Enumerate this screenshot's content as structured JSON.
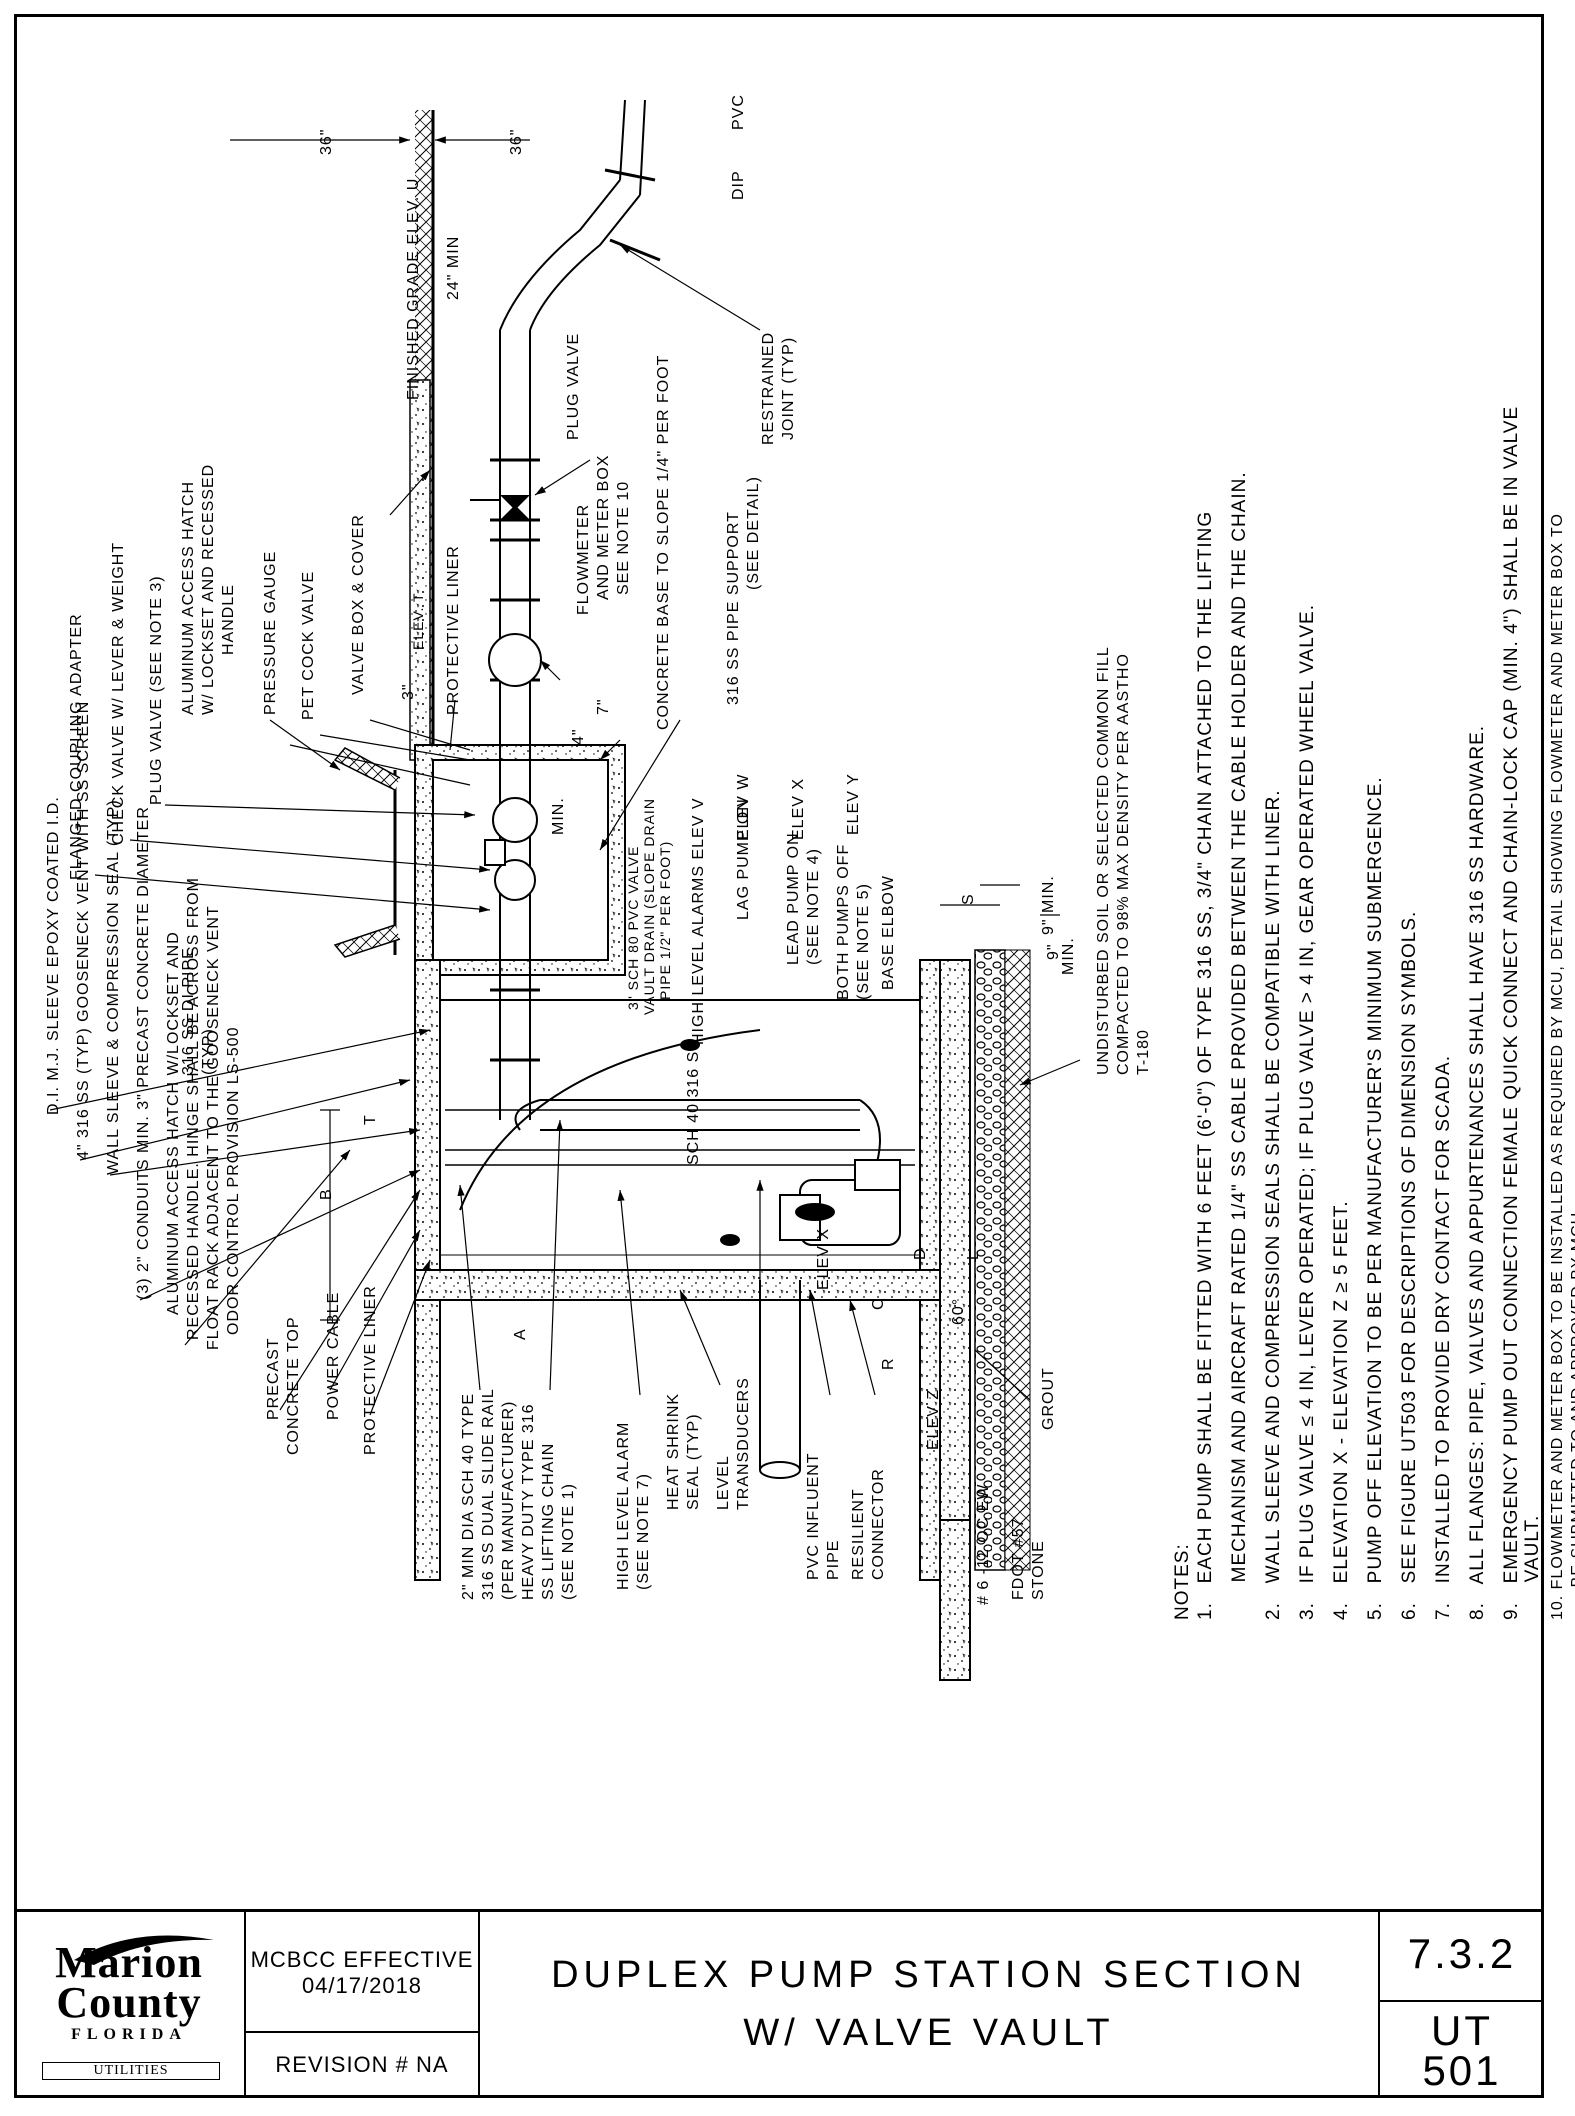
{
  "title_block": {
    "logo": {
      "line1": "Marion",
      "line2": "County",
      "line3": "FLORIDA",
      "line4": "UTILITIES"
    },
    "effective": {
      "line1": "MCBCC EFFECTIVE",
      "line2": "04/17/2018"
    },
    "revision": "REVISION # NA",
    "title_line1": "DUPLEX PUMP STATION SECTION",
    "title_line2": "W/ VALVE VAULT",
    "section_number": "7.3.2",
    "code_line1": "UT",
    "code_line2": "501"
  },
  "labels_left": [
    "D.I. M.J. SLEEVE EPOXY COATED I.D.",
    "4\" 316 SS (TYP) GOOSENECK VENT WITH SS SCREEN",
    "WALL SLEEVE & COMPRESSION SEAL (TYP)",
    "(3) 2\" CONDUITS MIN. 3\" PRECAST CONCRETE DIAMETER",
    "ALUMINUM ACCESS HATCH W/LOCKSET AND",
    "RECESSED HANDLE. HINGE SHALL BE ACROSS FROM",
    "FLOAT RACK ADJACENT TO THE GOOSENECK VENT",
    "ODOR CONTROL PROVISION LS-500",
    "PRECAST",
    "CONCRETE TOP",
    "POWER CABLE",
    "PROTECTIVE LINER"
  ],
  "labels_top": [
    "FLANGED COUPLING ADAPTER",
    "CHECK VALVE W/ LEVER & WEIGHT",
    "PLUG VALVE (SEE NOTE 3)",
    "ALUMINUM ACCESS HATCH",
    "W/ LOCKSET AND RECESSED",
    "HANDLE",
    "PRESSURE GAUGE",
    "PET COCK VALVE",
    "VALVE BOX & COVER",
    "PROTECTIVE LINER",
    "FLOWMETER",
    "AND METER BOX",
    "SEE NOTE 10",
    "PLUG VALVE",
    "CONCRETE BASE TO SLOPE 1/4\" PER FOOT",
    "316 SS PIPE SUPPORT",
    "(SEE DETAIL)",
    "RESTRAINED",
    "JOINT (TYP)",
    "FINISHED GRADE ELEV. U",
    "DIP",
    "PVC",
    "36\"",
    "36\"",
    "24\" MIN",
    "7\"",
    "4\"",
    "3\"",
    "ELEV. T",
    "MIN."
  ],
  "labels_middle": [
    "316 SS DI PIPE",
    "(TYP)",
    "3\" SCH 80 PVC VALVE",
    "VAULT DRAIN (SLOPE DRAIN",
    "PIPE 1/2\" PER FOOT)",
    "HIGH LEVEL ALARMS ELEV V",
    "LAG PUMP ON",
    "ELEV W",
    "LEAD PUMP ON",
    "(SEE NOTE 4)",
    "ELEV X",
    "BOTH PUMPS OFF",
    "(SEE NOTE 5)",
    "ELEV Y",
    "BASE ELBOW",
    "SCH 40 316 SS",
    "UNDISTURBED SOIL OR SELECTED COMMON FILL",
    "COMPACTED TO 98% MAX DENSITY PER AASTHO",
    "T-180",
    "9\" MIN.",
    "9\"",
    "MIN.",
    "S",
    "B",
    "T",
    "A",
    "C",
    "D",
    "R",
    "L",
    "60°",
    "ELEV X",
    "ELEV Z"
  ],
  "labels_bottom": [
    "2\" MIN DIA SCH 40 TYPE",
    "316 SS DUAL SLIDE RAIL",
    "(PER MANUFACTURER)",
    "HEAVY DUTY TYPE 316",
    "SS LIFTING CHAIN",
    "(SEE NOTE 1)",
    "HIGH LEVEL ALARM",
    "(SEE NOTE 7)",
    "HEAT SHRINK",
    "SEAL (TYP)",
    "LEVEL",
    "TRANSDUCERS",
    "PVC INFLUENT",
    "PIPE",
    "RESILIENT",
    "CONNECTOR",
    "# 6 -12 OC EW",
    "FDOT #57",
    "STONE",
    "GROUT"
  ],
  "notes": {
    "heading": "NOTES:",
    "lines": [
      "1.   EACH PUMP SHALL BE FITTED WITH 6 FEET (6'-0\") OF TYPE 316 SS, 3/4\" CHAIN ATTACHED TO THE LIFTING",
      "      MECHANISM AND AIRCRAFT RATED 1/4\" SS CABLE PROVIDED BETWEEN THE CABLE HOLDER AND THE CHAIN.",
      "2.   WALL SLEEVE AND COMPRESSION SEALS SHALL BE COMPATIBLE WITH LINER.",
      "3.   IF PLUG VALVE ≤ 4 IN, LEVER OPERATED; IF PLUG VALVE > 4 IN, GEAR OPERATED WHEEL VALVE.",
      "4.   ELEVATION X - ELEVATION Z ≥ 5 FEET.",
      "5.   PUMP OFF ELEVATION TO BE PER MANUFACTURER'S MINIMUM SUBMERGENCE.",
      "6.   SEE FIGURE UT503 FOR DESCRIPTIONS OF DIMENSION SYMBOLS.",
      "7.   INSTALLED TO PROVIDE DRY CONTACT FOR SCADA.",
      "8.   ALL FLANGES: PIPE, VALVES AND APPURTENANCES SHALL HAVE 316 SS HARDWARE.",
      "9.   EMERGENCY PUMP OUT CONNECTION FEMALE QUICK CONNECT AND CHAIN-LOCK CAP (MIN. 4\") SHALL BE IN VALVE",
      "      VAULT.",
      "10. FLOWMETER AND METER BOX TO BE INSTALLED AS REQUIRED BY MCU, DETAIL SHOWING FLOWMETER AND METER BOX TO",
      "      BE SUBMITTED TO AND APPROVED BY MCU."
    ]
  }
}
